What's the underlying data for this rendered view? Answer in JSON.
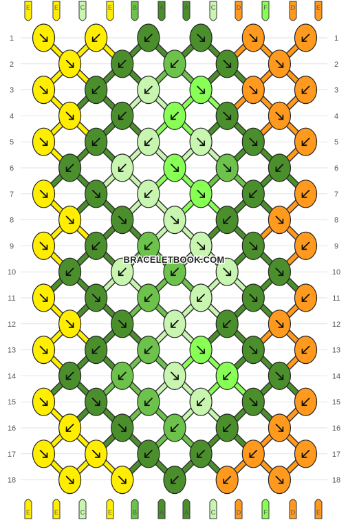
{
  "watermark": "BRACELETBOOK.COM",
  "colors": {
    "E": "#ffee00",
    "C": "#c8f5b0",
    "B": "#6cc24a",
    "A": "#4a8f2c",
    "D": "#ff9a1f",
    "F": "#88ff55"
  },
  "strings_top": [
    "E",
    "E",
    "C",
    "E",
    "B",
    "A",
    "A",
    "C",
    "D",
    "F",
    "D",
    "E"
  ],
  "strings_bottom": [
    "E",
    "E",
    "C",
    "E",
    "B",
    "A",
    "A",
    "C",
    "D",
    "F",
    "D",
    "E"
  ],
  "string_colors_top": [
    "E",
    "E",
    "C",
    "E",
    "B",
    "A",
    "A",
    "C",
    "D",
    "F",
    "D",
    "D"
  ],
  "string_colors_bottom": [
    "E",
    "E",
    "C",
    "E",
    "B",
    "A",
    "A",
    "C",
    "D",
    "F",
    "D",
    "D"
  ],
  "rows": [
    "1",
    "2",
    "3",
    "4",
    "5",
    "6",
    "7",
    "8",
    "9",
    "10",
    "11",
    "12",
    "13",
    "14",
    "15",
    "16",
    "17",
    "18"
  ],
  "knots": [
    [
      {
        "c": "E",
        "d": "se"
      },
      {
        "c": "E",
        "d": "sw"
      },
      {
        "c": "A",
        "d": "sw"
      },
      {
        "c": "A",
        "d": "se"
      },
      {
        "c": "D",
        "d": "se"
      },
      {
        "c": "D",
        "d": "sw"
      }
    ],
    [
      {
        "c": "E",
        "d": "se"
      },
      {
        "c": "A",
        "d": "sw"
      },
      {
        "c": "B",
        "d": "sw"
      },
      {
        "c": "A",
        "d": "se"
      },
      {
        "c": "D",
        "d": "se"
      }
    ],
    [
      {
        "c": "E",
        "d": "se"
      },
      {
        "c": "A",
        "d": "sw"
      },
      {
        "c": "C",
        "d": "sw"
      },
      {
        "c": "F",
        "d": "se"
      },
      {
        "c": "D",
        "d": "se"
      },
      {
        "c": "D",
        "d": "sw"
      }
    ],
    [
      {
        "c": "E",
        "d": "se"
      },
      {
        "c": "A",
        "d": "sw"
      },
      {
        "c": "F",
        "d": "sw"
      },
      {
        "c": "A",
        "d": "se"
      },
      {
        "c": "D",
        "d": "se"
      }
    ],
    [
      {
        "c": "E",
        "d": "se"
      },
      {
        "c": "A",
        "d": "sw"
      },
      {
        "c": "C",
        "d": "sw"
      },
      {
        "c": "C",
        "d": "se"
      },
      {
        "c": "A",
        "d": "se"
      },
      {
        "c": "D",
        "d": "sw"
      }
    ],
    [
      {
        "c": "A",
        "d": "sw"
      },
      {
        "c": "C",
        "d": "sw"
      },
      {
        "c": "F",
        "d": "se"
      },
      {
        "c": "B",
        "d": "se"
      },
      {
        "c": "A",
        "d": "sw"
      }
    ],
    [
      {
        "c": "E",
        "d": "se"
      },
      {
        "c": "A",
        "d": "se"
      },
      {
        "c": "C",
        "d": "sw"
      },
      {
        "c": "F",
        "d": "se"
      },
      {
        "c": "A",
        "d": "sw"
      },
      {
        "c": "D",
        "d": "sw"
      }
    ],
    [
      {
        "c": "E",
        "d": "se"
      },
      {
        "c": "A",
        "d": "se"
      },
      {
        "c": "C",
        "d": "se"
      },
      {
        "c": "A",
        "d": "sw"
      },
      {
        "c": "D",
        "d": "se"
      }
    ],
    [
      {
        "c": "E",
        "d": "se"
      },
      {
        "c": "A",
        "d": "sw"
      },
      {
        "c": "B",
        "d": "sw"
      },
      {
        "c": "C",
        "d": "se"
      },
      {
        "c": "A",
        "d": "se"
      },
      {
        "c": "D",
        "d": "sw"
      }
    ],
    [
      {
        "c": "A",
        "d": "sw"
      },
      {
        "c": "C",
        "d": "sw"
      },
      {
        "c": "B",
        "d": "sw"
      },
      {
        "c": "C",
        "d": "se"
      },
      {
        "c": "A",
        "d": "se"
      }
    ],
    [
      {
        "c": "E",
        "d": "se"
      },
      {
        "c": "A",
        "d": "se"
      },
      {
        "c": "B",
        "d": "sw"
      },
      {
        "c": "C",
        "d": "sw"
      },
      {
        "c": "A",
        "d": "se"
      },
      {
        "c": "D",
        "d": "sw"
      }
    ],
    [
      {
        "c": "E",
        "d": "se"
      },
      {
        "c": "A",
        "d": "se"
      },
      {
        "c": "C",
        "d": "sw"
      },
      {
        "c": "A",
        "d": "sw"
      },
      {
        "c": "D",
        "d": "se"
      }
    ],
    [
      {
        "c": "E",
        "d": "se"
      },
      {
        "c": "A",
        "d": "sw"
      },
      {
        "c": "B",
        "d": "sw"
      },
      {
        "c": "F",
        "d": "se"
      },
      {
        "c": "A",
        "d": "se"
      },
      {
        "c": "D",
        "d": "sw"
      }
    ],
    [
      {
        "c": "A",
        "d": "sw"
      },
      {
        "c": "B",
        "d": "sw"
      },
      {
        "c": "C",
        "d": "se"
      },
      {
        "c": "F",
        "d": "sw"
      },
      {
        "c": "A",
        "d": "se"
      }
    ],
    [
      {
        "c": "E",
        "d": "se"
      },
      {
        "c": "A",
        "d": "se"
      },
      {
        "c": "B",
        "d": "sw"
      },
      {
        "c": "C",
        "d": "sw"
      },
      {
        "c": "A",
        "d": "se"
      },
      {
        "c": "D",
        "d": "sw"
      }
    ],
    [
      {
        "c": "E",
        "d": "sw"
      },
      {
        "c": "A",
        "d": "se"
      },
      {
        "c": "B",
        "d": "sw"
      },
      {
        "c": "A",
        "d": "sw"
      },
      {
        "c": "D",
        "d": "se"
      }
    ],
    [
      {
        "c": "E",
        "d": "se"
      },
      {
        "c": "E",
        "d": "se"
      },
      {
        "c": "A",
        "d": "sw"
      },
      {
        "c": "A",
        "d": "sw"
      },
      {
        "c": "D",
        "d": "sw"
      },
      {
        "c": "D",
        "d": "sw"
      }
    ],
    [
      {
        "c": "E",
        "d": "se"
      },
      {
        "c": "E",
        "d": "se"
      },
      {
        "c": "A",
        "d": "sw"
      },
      {
        "c": "D",
        "d": "sw"
      },
      {
        "c": "D",
        "d": "se"
      }
    ]
  ]
}
